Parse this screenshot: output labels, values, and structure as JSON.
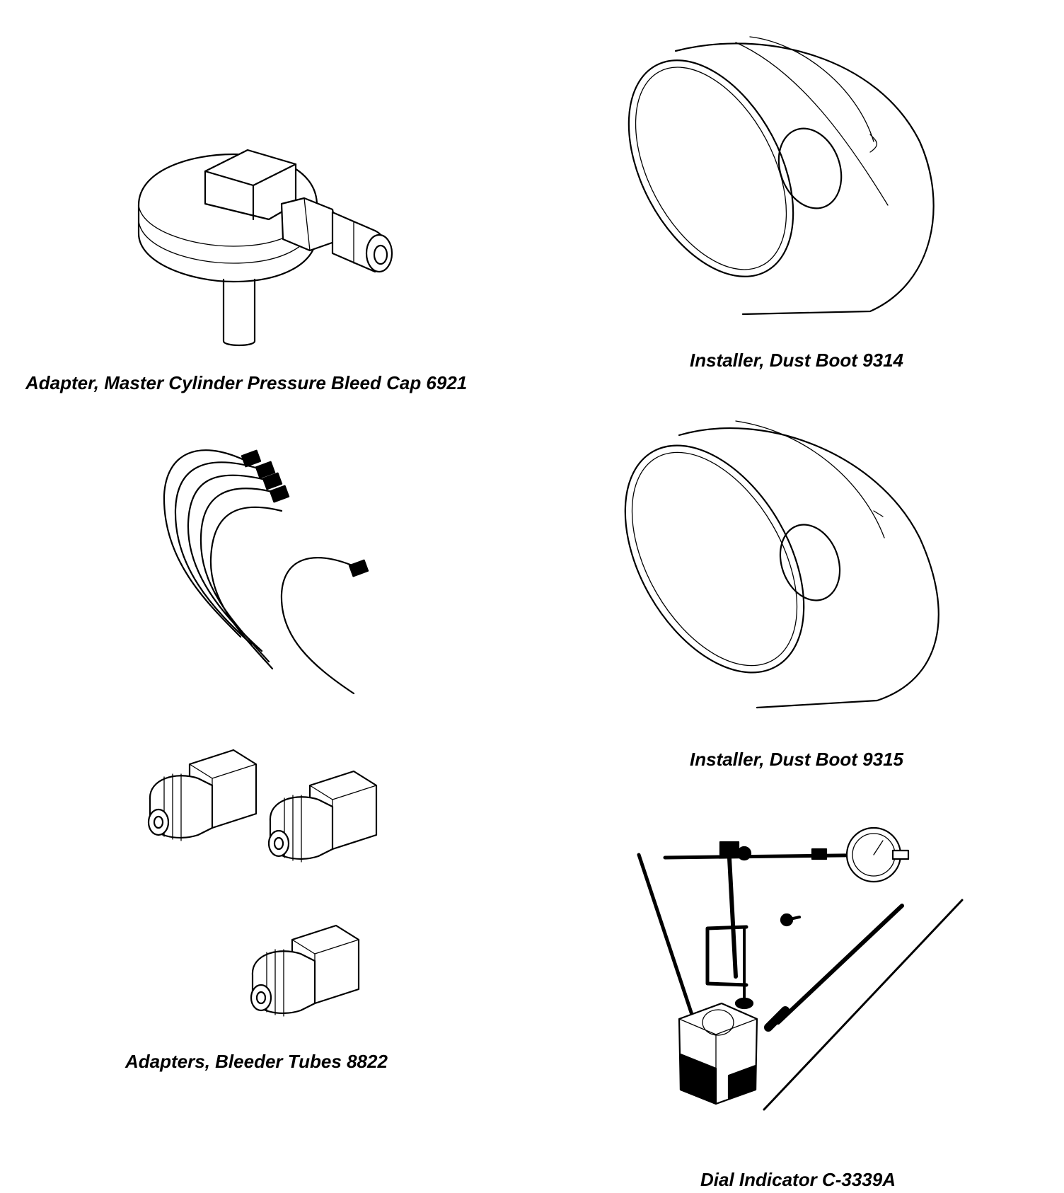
{
  "captions": {
    "tool_6921": "Adapter, Master Cylinder Pressure Bleed Cap 6921",
    "tool_9314": "Installer, Dust Boot 9314",
    "tool_9315": "Installer, Dust Boot 9315",
    "tool_8822": "Adapters, Bleeder Tubes 8822",
    "tool_c3339a": "Dial Indicator C-3339A"
  },
  "icons": [
    "bleed-cap-adapter-illustration",
    "dust-boot-installer-illustration",
    "bleeder-tubes-illustration",
    "bleeder-adapter-fittings-illustration",
    "dial-indicator-kit-illustration"
  ]
}
